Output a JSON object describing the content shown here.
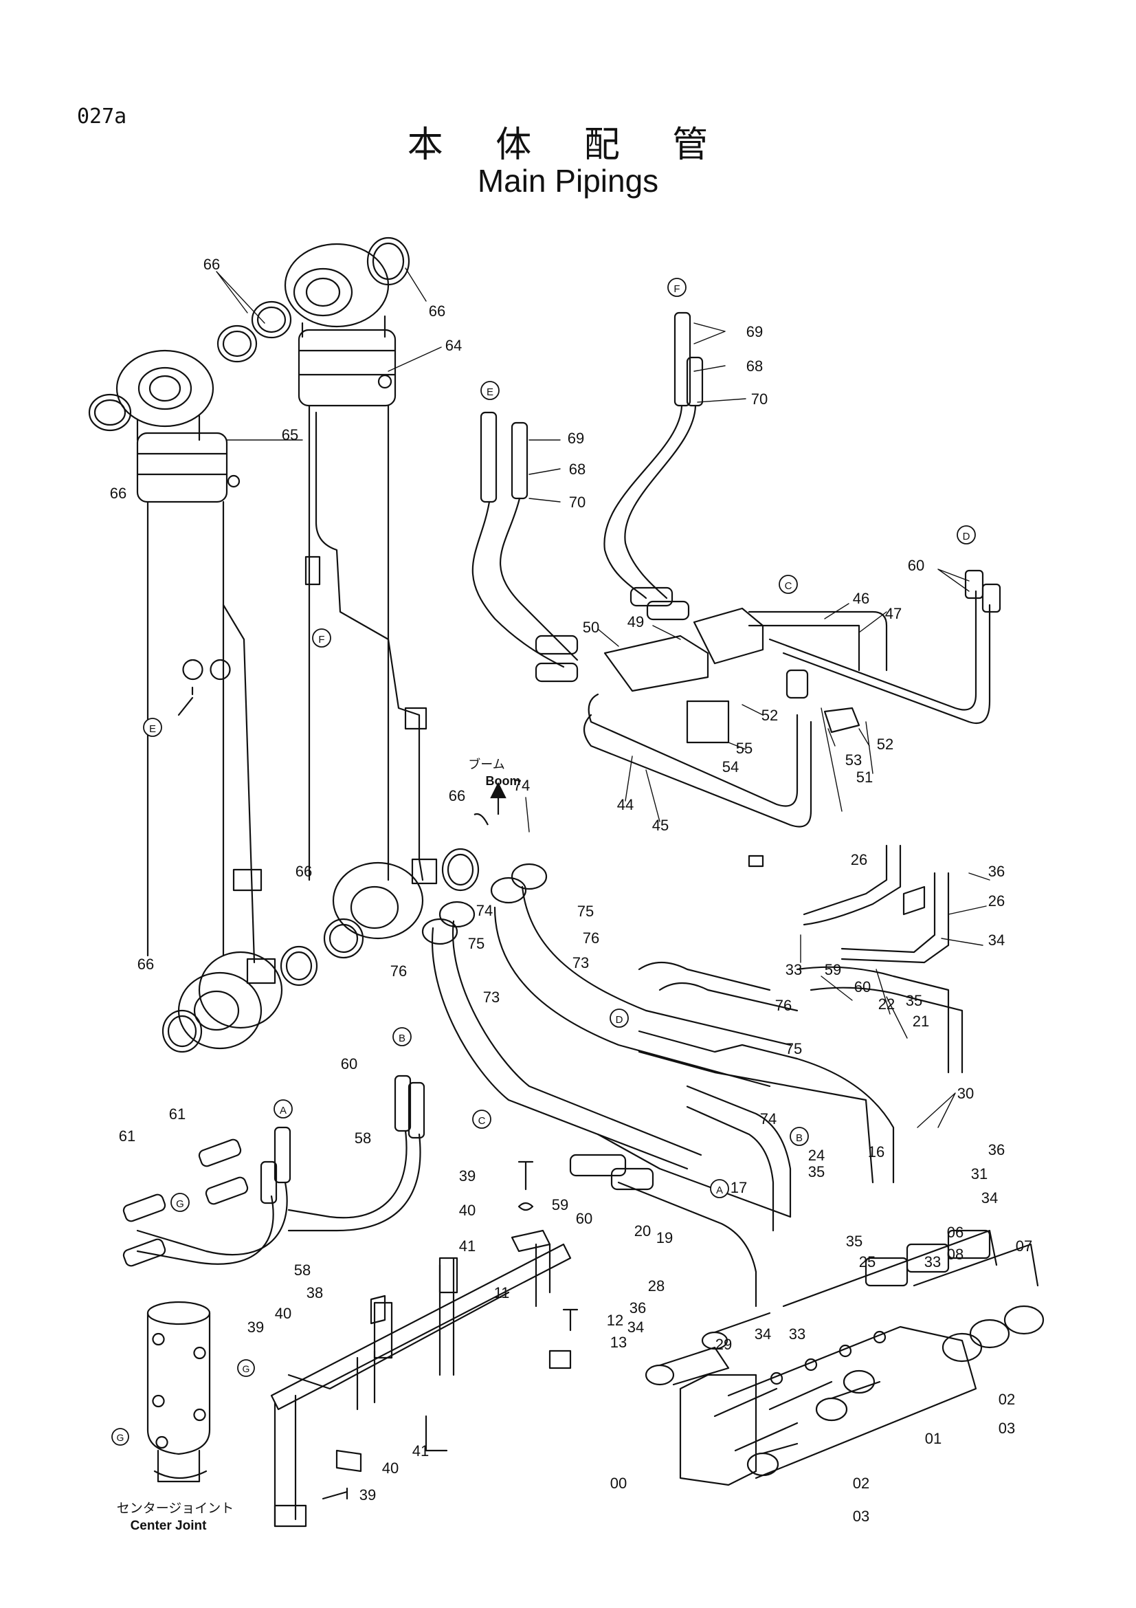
{
  "page_number": "027a",
  "title_jp": "本 体 配 管",
  "title_en": "Main Pipings",
  "boom_label_jp": "ブーム",
  "boom_label_en": "Boom",
  "center_joint_label_jp": "センタージョイント",
  "center_joint_label_en": "Center Joint",
  "callouts": {
    "ref_letters": [
      "A",
      "B",
      "C",
      "D",
      "E",
      "F",
      "G"
    ],
    "part_numbers": [
      "66",
      "66",
      "64",
      "65",
      "66",
      "66",
      "66",
      "66",
      "69",
      "68",
      "70",
      "69",
      "68",
      "70",
      "60",
      "46",
      "47",
      "50",
      "49",
      "52",
      "52",
      "53",
      "51",
      "55",
      "54",
      "44",
      "45",
      "74",
      "75",
      "76",
      "75",
      "74",
      "73",
      "73",
      "76",
      "26",
      "36",
      "26",
      "34",
      "33",
      "59",
      "35",
      "60",
      "22",
      "21",
      "76",
      "75",
      "30",
      "74",
      "36",
      "31",
      "34",
      "07",
      "06",
      "08",
      "25",
      "33",
      "24",
      "35",
      "35",
      "17",
      "16",
      "19",
      "20",
      "60",
      "59",
      "39",
      "40",
      "41",
      "28",
      "36",
      "34",
      "29",
      "34",
      "33",
      "12",
      "13",
      "11",
      "38",
      "40",
      "39",
      "41",
      "40",
      "39",
      "00",
      "01",
      "02",
      "03",
      "02",
      "03",
      "60",
      "61",
      "61",
      "58",
      "58"
    ]
  }
}
